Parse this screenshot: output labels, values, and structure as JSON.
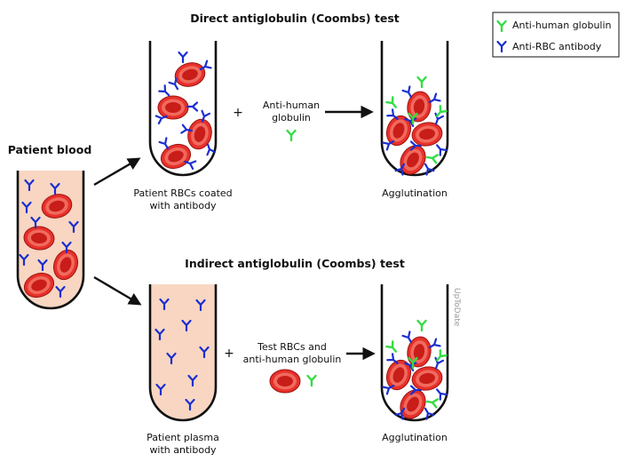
{
  "titles": {
    "direct": "Direct antiglobulin (Coombs) test",
    "indirect": "Indirect antiglobulin (Coombs) test"
  },
  "legend": {
    "anti_human_globulin": "Anti-human globulin",
    "anti_rbc_antibody": "Anti-RBC antibody"
  },
  "labels": {
    "patient_blood": "Patient blood",
    "coated_line1": "Patient RBCs coated",
    "coated_line2": "with antibody",
    "ahg_line1": "Anti-human",
    "ahg_line2": "globulin",
    "agglutination_top": "Agglutination",
    "test_rbc_line1": "Test RBCs and",
    "test_rbc_line2": "anti-human globulin",
    "plasma_line1": "Patient plasma",
    "plasma_line2": "with antibody",
    "agglutination_bottom": "Agglutination",
    "plus": "+",
    "watermark": "UpToDate"
  },
  "colors": {
    "anti_human_globulin": "#33dd44",
    "anti_rbc_antibody": "#1a2fd0",
    "rbc": "#e8302a",
    "plasma": "#f8d6c2",
    "outline": "#111111"
  }
}
